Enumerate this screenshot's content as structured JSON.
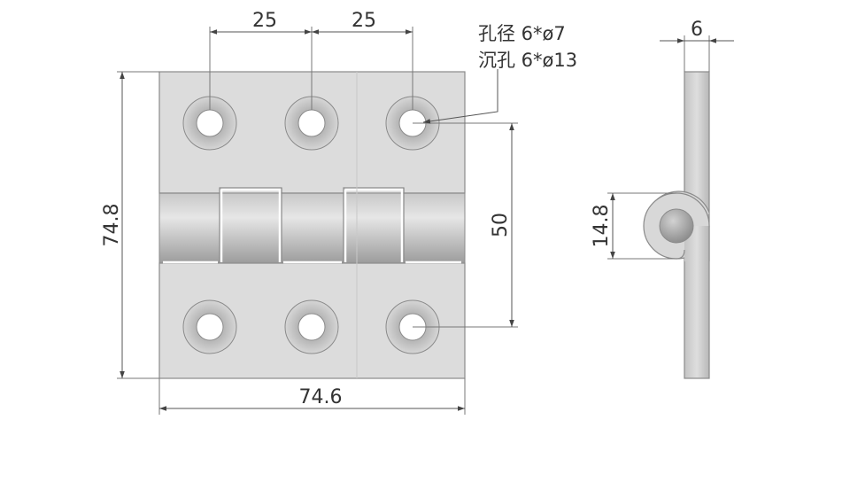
{
  "title": "",
  "colors": {
    "plate": "#dcdcdc",
    "plate_edge": "#8a8a8a",
    "knuckle_light": "#e4e4e4",
    "knuckle_dark": "#9e9e9e",
    "line": "#555555",
    "text": "#333333"
  },
  "dimensions": {
    "hole_spacing_left": "25",
    "hole_spacing_right": "25",
    "total_height": "74.8",
    "total_width": "74.6",
    "hole_vertical_spacing": "50",
    "thickness": "6",
    "knuckle_diameter": "14.8"
  },
  "hole_note": {
    "line1": "孔径 6*ø7",
    "line2": "沉孔 6*ø13"
  }
}
